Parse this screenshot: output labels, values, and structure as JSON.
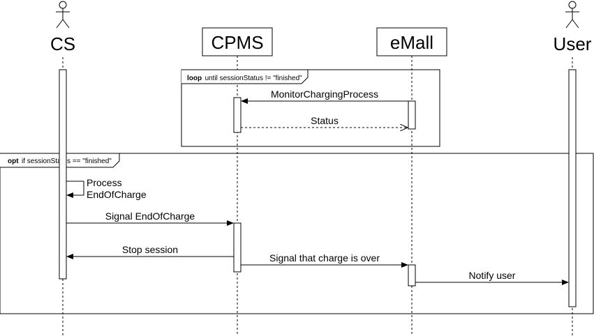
{
  "participants": {
    "cs": "CS",
    "cpms": "CPMS",
    "emall": "eMall",
    "user": "User"
  },
  "frames": {
    "loop": {
      "keyword": "loop",
      "condition": "until sessionStatus != \"finished\""
    },
    "opt": {
      "keyword": "opt",
      "condition": "if sessionStatus == \"finished\""
    }
  },
  "messages": {
    "monitor": "MonitorChargingProcess",
    "status": "Status",
    "process_line1": "Process",
    "process_line2": "EndOfCharge",
    "signal_eoc": "Signal EndOfCharge",
    "stop_session": "Stop session",
    "signal_over": "Signal that charge is over",
    "notify_user": "Notify user"
  }
}
